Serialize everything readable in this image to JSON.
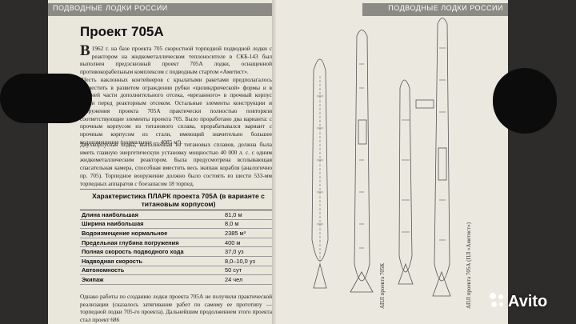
{
  "left_page": {
    "running_head": "ПОДВОДНЫЕ ЛОДКИ РОССИИ",
    "title": "Проект 705А",
    "para1_dropcap": "В",
    "para1": "1962 г. на базе проекта 705 скоростной торпедной подводной лодки с реактором на жидкометаллическом теплоносителе в СКБ-143 был выполнен предэскизный проект 705А лодки, оснащенной противокорабельным комплексом с подводным стартом «Аметист».",
    "para2": "Шесть наклонных контейнеров с крылатыми ракетами предполагалось разместить в развитом ограждении рубки «цилиндрической» формы и в верхней части дополнительного отсека, «врезанного» в прочный корпус лодки перед реакторным отсеком. Остальные элементы конструкции и вооружения проекта 705А практически полностью повторяли соответствующие элементы проекта 705. Было проработано два варианта: с прочным корпусом из титанового сплава, прорабатывался вариант с прочным корпусом из стали, имеющий значительно большее водоизмещение (нормальное — 4085 м³).",
    "para3": "Двухкорпусная лодка, выполненная из титановых сплавов, должна была иметь главную энергетическую установку мощностью 40 000 л. с. с одним жидкометаллическим реактором. Была предусмотрена всплывающая спасательная камера, способная вместить весь экипаж корабля (аналогично пр. 705). Торпедное вооружение должно было состоять из шести 533-мм торпедных аппаратов с боезапасом 18 торпед.",
    "table_title": "Характеристика ПЛАРК проекта 705А (в варианте с титановым корпусом)",
    "specs": [
      {
        "label": "Длина наибольшая",
        "value": "81,0 м"
      },
      {
        "label": "Ширина наибольшая",
        "value": "8,0 м"
      },
      {
        "label": "Водоизмещение нормальное",
        "value": "2385 м³"
      },
      {
        "label": "Предельная глубина погружения",
        "value": "400 м"
      },
      {
        "label": "Полная скорость подводного хода",
        "value": "37,0 уз"
      },
      {
        "label": "Надводная скорость",
        "value": "8,0–10,0 уз"
      },
      {
        "label": "Автономность",
        "value": "50 сут"
      },
      {
        "label": "Экипаж",
        "value": "24 чел"
      }
    ],
    "para4": "Однако работы по созданию лодки проекта 705А не получили практической реализации (сказалось затягивание работ по самому ее прототипу — торпедной лодки 705-го проекта). Дальнейшим продолжением этого проекта стал проект 686"
  },
  "right_page": {
    "running_head": "ПОДВОДНЫЕ ЛОДКИ РОССИИ",
    "caption1": "АПЛ проекта 705К",
    "caption2": "АПЛ проекта 705А (ПЛ «Аметист»)"
  },
  "watermark": "Avito",
  "colors": {
    "paper": "#e9e6dc",
    "head_band": "#8b8a85",
    "background": "#2e2c2a",
    "stand": "#0c0c0c"
  }
}
